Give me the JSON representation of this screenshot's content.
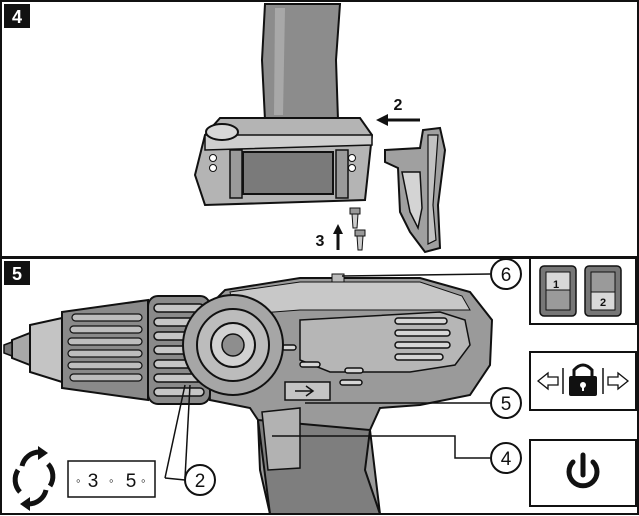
{
  "figure4": {
    "number": "4",
    "arrow_labels": {
      "slide": "2",
      "screws": "3"
    }
  },
  "figure5": {
    "number": "5",
    "callouts": {
      "gear_switch": "6",
      "direction_switch": "5",
      "trigger": "4",
      "torque_collar": "2"
    },
    "gear_indicator": {
      "gear1": "1",
      "gear2": "2"
    },
    "torque_scale": {
      "left_dot": "◦",
      "value_a": "3",
      "mid_dot": "◦",
      "value_b": "5",
      "right_dot": "◦"
    }
  },
  "colors": {
    "panel_bg": "#ffffff",
    "line": "#111111",
    "tool_gray": "#8c8c8c",
    "tool_light": "#c8c8c8"
  },
  "icons": [
    "rotate-arrows-icon",
    "padlock-icon",
    "arrow-left-icon",
    "arrow-right-icon",
    "power-icon"
  ]
}
